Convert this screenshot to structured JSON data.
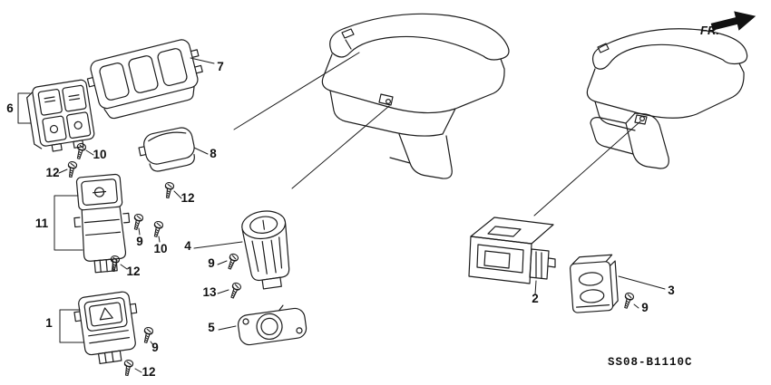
{
  "diagram": {
    "drawing_code": "SS08-B1110C",
    "front_label": "FR.",
    "colors": {
      "ink": "#1c1c1c",
      "background": "#ffffff"
    },
    "callouts": [
      {
        "label": "7"
      },
      {
        "label": "6"
      },
      {
        "label": "10"
      },
      {
        "label": "12"
      },
      {
        "label": "8"
      },
      {
        "label": "12"
      },
      {
        "label": "11"
      },
      {
        "label": "9"
      },
      {
        "label": "10"
      },
      {
        "label": "12"
      },
      {
        "label": "4"
      },
      {
        "label": "9"
      },
      {
        "label": "13"
      },
      {
        "label": "5"
      },
      {
        "label": "1"
      },
      {
        "label": "9"
      },
      {
        "label": "12"
      },
      {
        "label": "2"
      },
      {
        "label": "3"
      },
      {
        "label": "9"
      }
    ]
  }
}
